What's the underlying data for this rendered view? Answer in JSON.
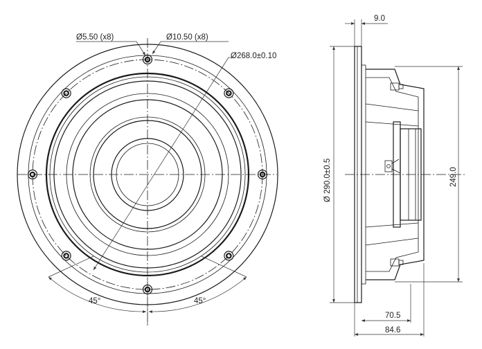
{
  "front_view": {
    "labels": {
      "small_hole": "Ø5.50 (x8)",
      "large_hole": "Ø10.50 (x8)",
      "bolt_circle": "Ø268.0±0.10",
      "angle_left": "45°",
      "angle_right": "45°"
    }
  },
  "side_view": {
    "labels": {
      "flange_thickness": "9.0",
      "outer_diameter": "Ø 290.0±0.5",
      "magnet_diameter": "249.0",
      "depth_inner": "70.5",
      "depth_total": "84.6"
    }
  },
  "colors": {
    "line": "#1a1a1a",
    "dimension": "#333333",
    "background": "#ffffff"
  }
}
